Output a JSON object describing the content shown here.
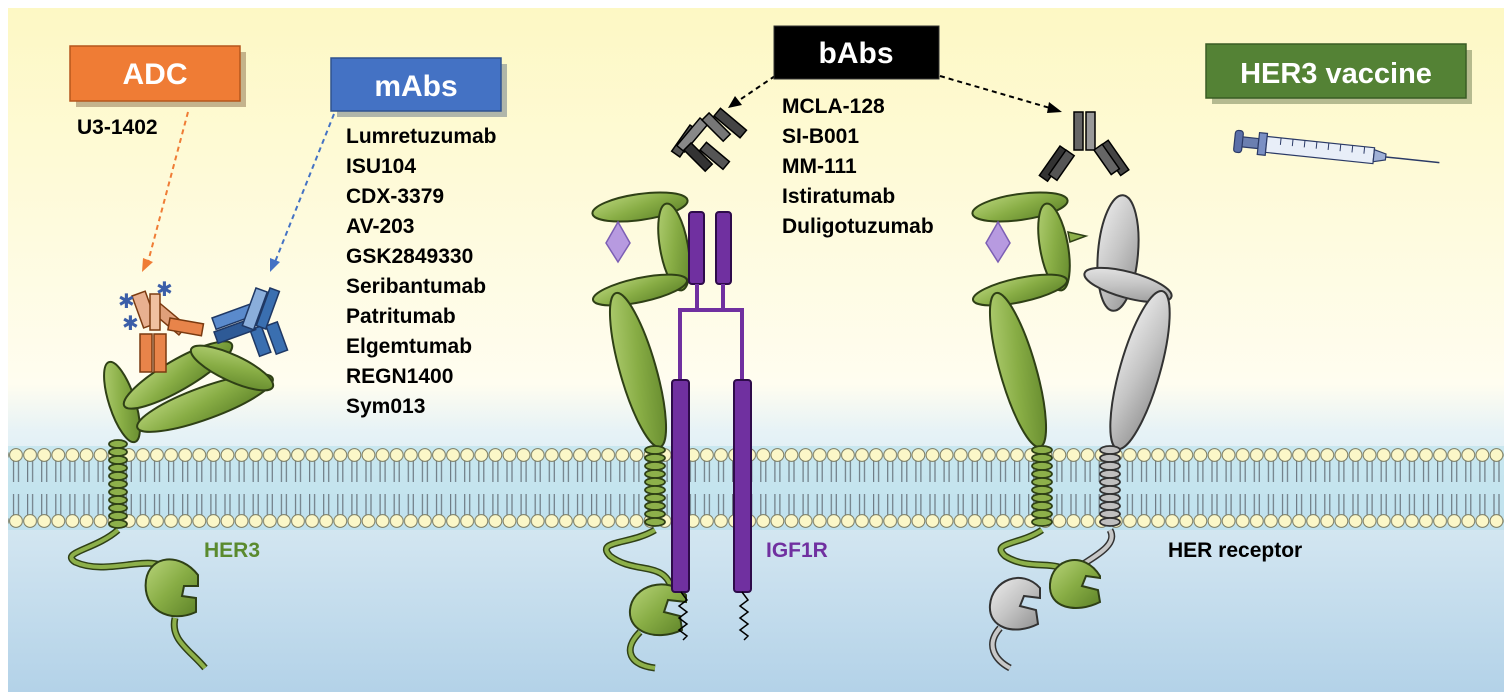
{
  "boxes": {
    "adc": "ADC",
    "mabs": "mAbs",
    "babs": "bAbs",
    "vaccine": "HER3 vaccine"
  },
  "adc_drugs": [
    "U3-1402"
  ],
  "mab_drugs": [
    "Lumretuzumab",
    "ISU104",
    "CDX-3379",
    "AV-203",
    "GSK2849330",
    "Seribantumab",
    "Patritumab",
    "Elgemtumab",
    "REGN1400",
    "Sym013"
  ],
  "bab_drugs": [
    "MCLA-128",
    "SI-B001",
    "MM-111",
    "Istiratumab",
    "Duligotuzumab"
  ],
  "receptors": {
    "her3": "HER3",
    "igf1r": "IGF1R",
    "her": "HER receptor"
  },
  "colors": {
    "adc": "#ef7c35",
    "mabs": "#4472c4",
    "babs": "#000000",
    "vaccine": "#548235",
    "her3": "#5a8a2e",
    "igf1r": "#7030a0",
    "domain_green": "#8db04a",
    "domain_gray": "#c8c8c8"
  }
}
